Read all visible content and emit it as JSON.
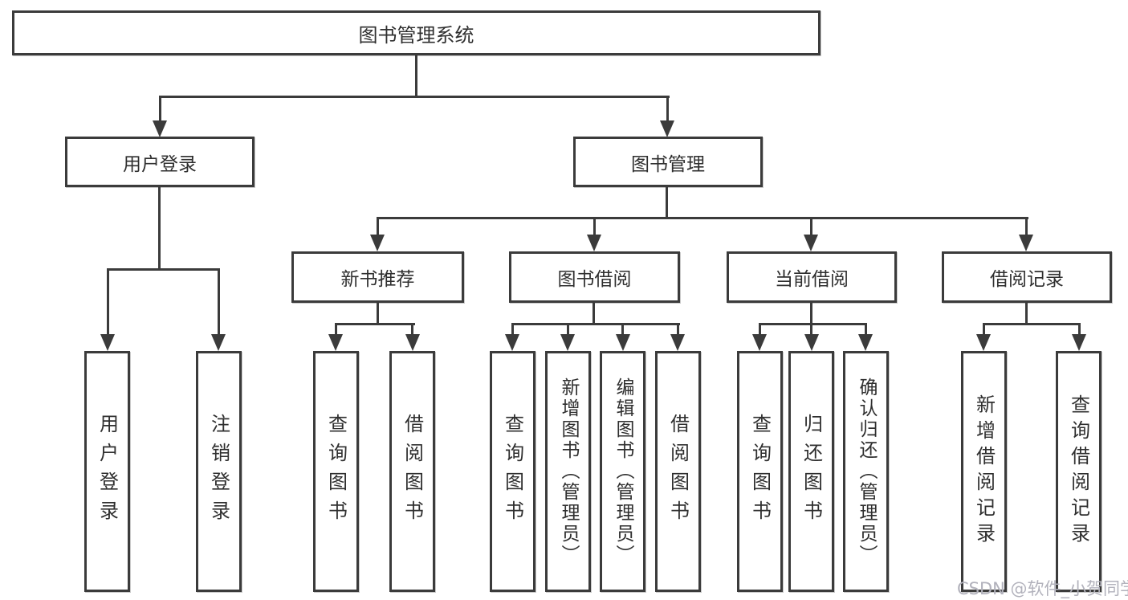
{
  "diagram": {
    "title": "图书管理系统",
    "nodes": {
      "root": "图书管理系统",
      "level2": {
        "user_login": "用户登录",
        "book_mgmt": "图书管理"
      },
      "level3": {
        "new_books": "新书推荐",
        "book_borrow": "图书借阅",
        "current_borrow": "当前借阅",
        "borrow_records": "借阅记录"
      },
      "leaves": {
        "user_login": [
          "用户登录",
          "注销登录"
        ],
        "new_books": [
          "查询图书",
          "借阅图书"
        ],
        "book_borrow": [
          "查询图书",
          "新增图书（管理员）",
          "编辑图书（管理员）",
          "借阅图书"
        ],
        "current_borrow": [
          "查询图书",
          "归还图书",
          "确认归还（管理员）"
        ],
        "borrow_records": [
          "新增借阅记录",
          "查询借阅记录"
        ]
      }
    },
    "colors": {
      "line": "#3b3b3b",
      "text": "#2f2f2f",
      "background": "#ffffff",
      "watermark": "#b2b2bc"
    }
  },
  "watermark": "CSDN @软件_小贺同学"
}
